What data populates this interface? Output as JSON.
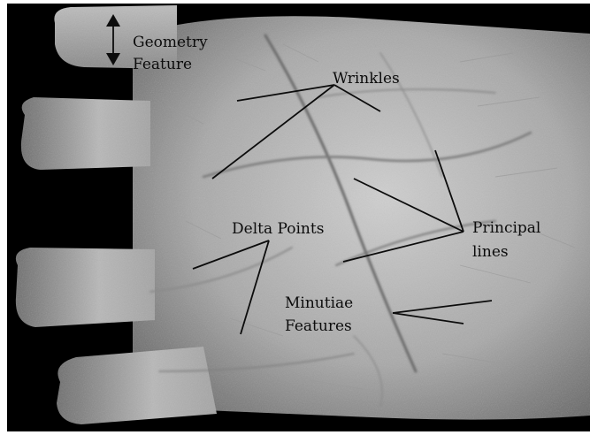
{
  "labels": {
    "geometry_line1": "Geometry",
    "geometry_line2": "Feature",
    "wrinkles": "Wrinkles",
    "delta_points": "Delta Points",
    "principal_line1": "Principal",
    "principal_line2": "lines",
    "minutiae_line1": "Minutiae",
    "minutiae_line2": "Features"
  },
  "colors": {
    "background": "#000000",
    "palm_light": "#d0d0d0",
    "palm_dark": "#555555",
    "annotation": "#0c0c0c"
  }
}
